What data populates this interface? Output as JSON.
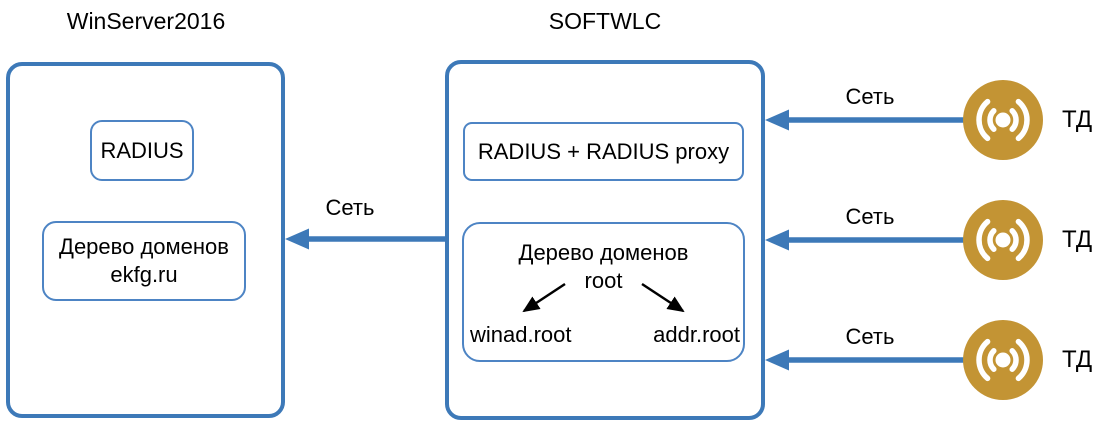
{
  "winserver": {
    "title": "WinServer2016",
    "radius_label": "RADIUS",
    "domain_tree": {
      "line1": "Дерево доменов",
      "line2": "ekfg.ru"
    }
  },
  "softwlc": {
    "title": "SOFTWLC",
    "radius_label": "RADIUS + RADIUS proxy",
    "domain_tree": {
      "line1": "Дерево доменов",
      "line2": "root",
      "child_left": "winad.root",
      "child_right": "addr.root"
    }
  },
  "link_softwlc_to_winserver": {
    "label": "Сеть"
  },
  "access_points": [
    {
      "label": "ТД",
      "link_label": "Сеть",
      "icon": "wifi-broadcast-icon"
    },
    {
      "label": "ТД",
      "link_label": "Сеть",
      "icon": "wifi-broadcast-icon"
    },
    {
      "label": "ТД",
      "link_label": "Сеть",
      "icon": "wifi-broadcast-icon"
    }
  ],
  "colors": {
    "line_blue": "#3D79B8",
    "inner_border_blue": "#4D84C4",
    "ap_gold": "#C39434",
    "tree_arrow_black": "#000000"
  }
}
